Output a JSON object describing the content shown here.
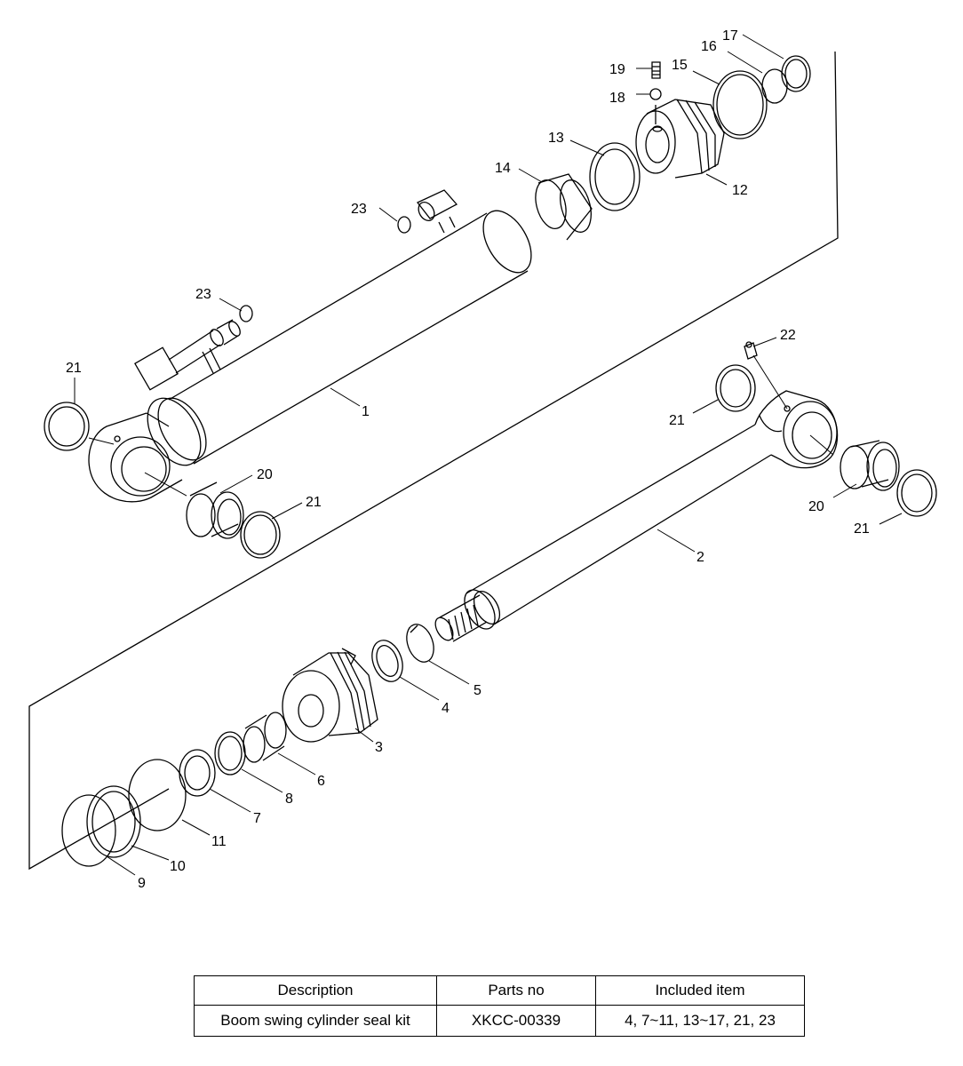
{
  "callouts": [
    "1",
    "2",
    "3",
    "4",
    "5",
    "6",
    "7",
    "8",
    "9",
    "10",
    "11",
    "12",
    "13",
    "14",
    "15",
    "16",
    "17",
    "18",
    "19",
    "20",
    "20",
    "21",
    "21",
    "21",
    "21",
    "22",
    "23",
    "23"
  ],
  "kit_table": {
    "headers": [
      "Description",
      "Parts no",
      "Included item"
    ],
    "row": [
      "Boom swing cylinder seal kit",
      "XKCC-00339",
      "4, 7~11, 13~17, 21, 23"
    ]
  }
}
